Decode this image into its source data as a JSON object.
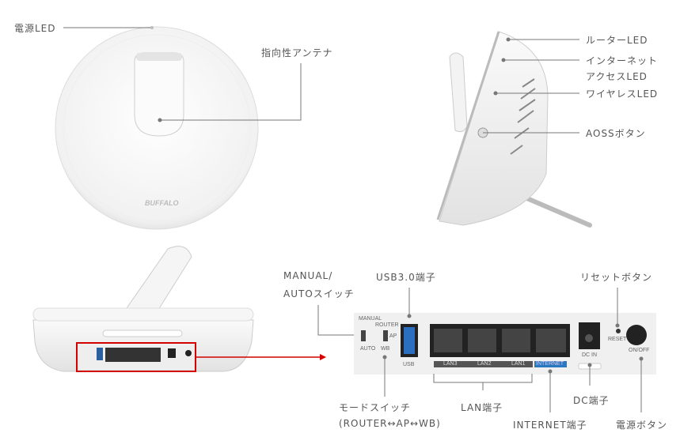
{
  "top_view": {
    "power_led": "電源LED",
    "antenna": "指向性アンテナ",
    "brand": "BUFFALO"
  },
  "side_view": {
    "router_led": "ルーターLED",
    "internet_led_line1": "インターネット",
    "internet_led_line2": "アクセスLED",
    "wireless_led": "ワイヤレスLED",
    "aoss_button": "AOSSボタン"
  },
  "back_callouts": {
    "manual_auto_line1": "MANUAL/",
    "manual_auto_line2": "AUTOスイッチ",
    "usb": "USB3.0端子",
    "reset": "リセットボタン",
    "mode_line1": "モードスイッチ",
    "mode_line2": "(ROUTER↔AP↔WB)",
    "lan": "LAN端子",
    "dc": "DC端子",
    "internet": "INTERNET端子",
    "power": "電源ボタン"
  },
  "panel": {
    "manual": "MANUAL",
    "auto": "AUTO",
    "router": "ROUTER",
    "ap": "AP",
    "wb": "WB",
    "usb": "USB",
    "lan_ports": [
      "LAN3",
      "LAN2",
      "LAN1"
    ],
    "internet": "INTERNET",
    "dc_in": "DC IN",
    "reset": "RESET",
    "on_off": "ON/OFF"
  },
  "colors": {
    "highlight": "#d40000",
    "internet_label": "#2a78c0"
  }
}
